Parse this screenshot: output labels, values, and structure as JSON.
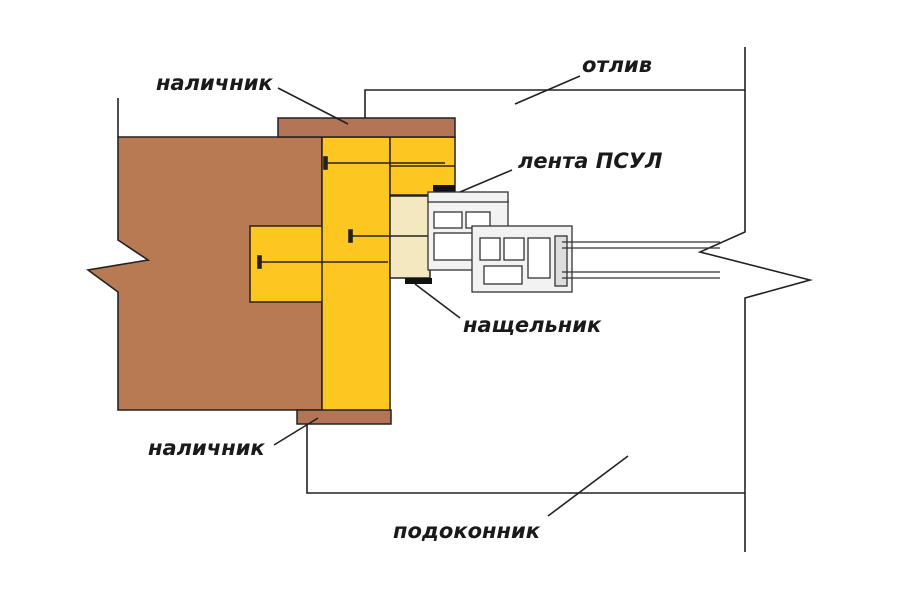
{
  "labels": {
    "casing_top": "наличник",
    "drip": "отлив",
    "tape": "лента ПСУЛ",
    "cover_strip": "нащельник",
    "casing_bottom": "наличник",
    "sill": "подоконник"
  },
  "colors": {
    "wall": "#b87a52",
    "frame": "#fec620",
    "casing": "#b37555",
    "insert": "#f3e8bf",
    "profile": "#f2f2f2",
    "outline": "#222222"
  }
}
